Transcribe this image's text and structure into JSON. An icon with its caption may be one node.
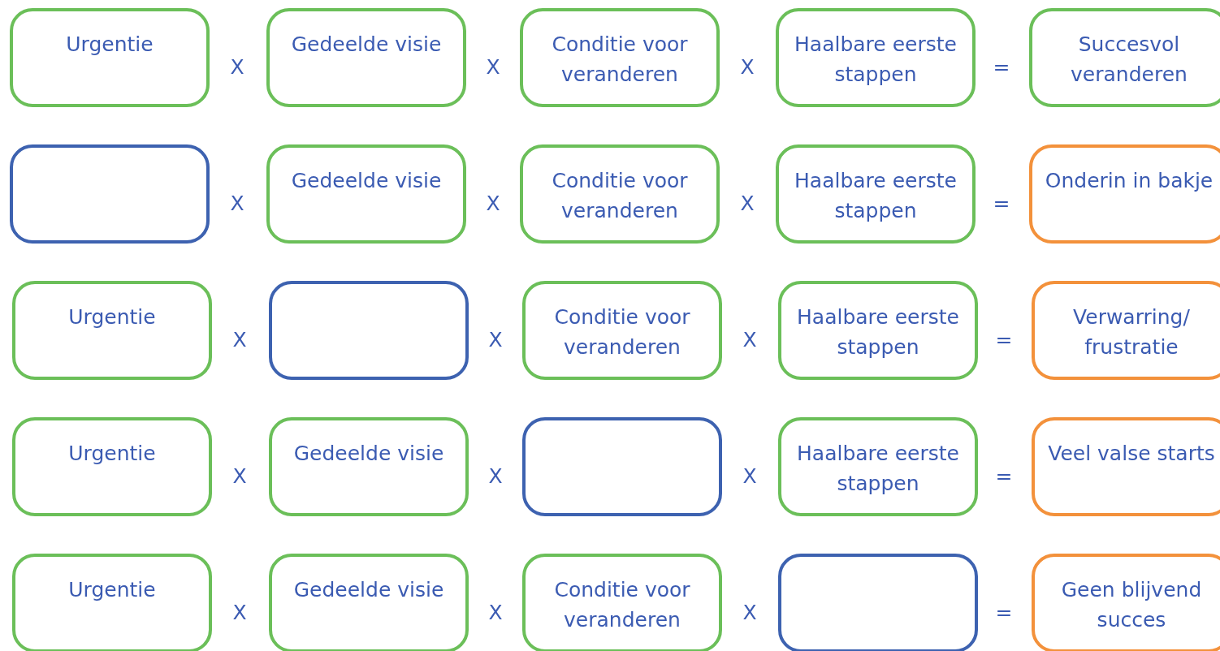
{
  "diagram": {
    "nodes": [
      {
        "text": [
          "Urgentie"
        ]
      },
      {
        "text": [
          "Gedeelde visie"
        ]
      },
      {
        "text": [
          "Conditie voor veranderen"
        ]
      },
      {
        "text": [
          "Haalbare eerste stappen"
        ]
      },
      {
        "text": [
          "Succesvol veranderen"
        ]
      },
      {
        "text": [],
        "shape": "box"
      },
      {
        "text": [
          "Gedeelde visie"
        ]
      },
      {
        "text": [
          "Conditie voor veranderen"
        ]
      },
      {
        "text": [
          "Haalbare eerste stappen"
        ]
      },
      {
        "text": [
          "Onderin in bakje"
        ]
      },
      {
        "text": [
          "Urgentie"
        ]
      },
      {
        "text": [],
        "shape": "box"
      },
      {
        "text": [
          "Conditie voor veranderen"
        ]
      },
      {
        "text": [
          "Haalbare eerste stappen"
        ]
      },
      {
        "text": [
          "Verwarring/ frustratie"
        ]
      },
      {
        "text": [
          "Urgentie"
        ]
      },
      {
        "text": [
          "Gedeelde visie"
        ]
      },
      {
        "text": [],
        "shape": "box"
      },
      {
        "text": [
          "Haalbare eerste stappen"
        ]
      },
      {
        "text": [
          "Veel valse starts"
        ]
      },
      {
        "text": [
          "Urgentie"
        ]
      },
      {
        "text": [
          "Gedeelde visie"
        ]
      },
      {
        "text": [
          "Conditie voor veranderen"
        ]
      },
      {
        "text": [],
        "shape": "box"
      },
      {
        "text": [
          "Geen blijvend succes"
        ]
      }
    ],
    "labels": [
      "X",
      "X",
      "X",
      "=",
      "X",
      "X",
      "X",
      "=",
      "X",
      "X",
      "X",
      "=",
      "X",
      "X",
      "X",
      "=",
      "X",
      "X",
      "X",
      "="
    ]
  }
}
